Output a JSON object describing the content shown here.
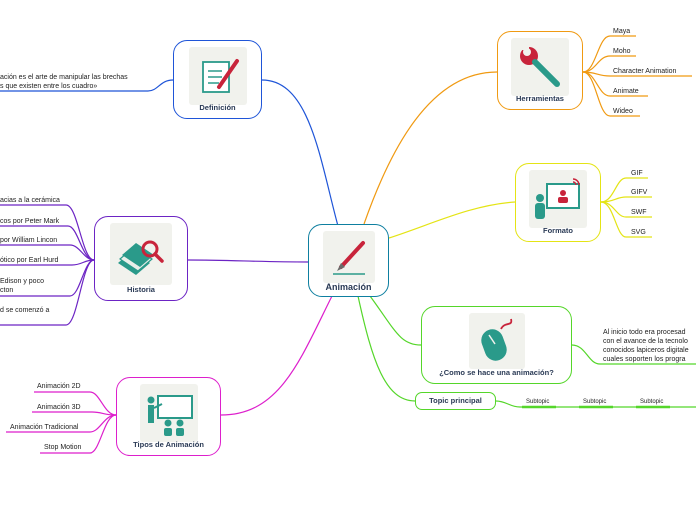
{
  "center": {
    "label": "Animación",
    "color": "#0e7fa0"
  },
  "branches": {
    "definicion": {
      "label": "Definición",
      "color": "#1f55d8",
      "items": [
        "ación es el arte de manipular las brechas",
        "s que existen entre los cuadro»"
      ]
    },
    "historia": {
      "label": "Historia",
      "color": "#6c24c4",
      "items": [
        "acias a la cerámica",
        "cos por Peter Mark",
        "por William Lincon",
        "ótico por Earl Hurd",
        "Edison y poco",
        "cton",
        "d se comenzó a"
      ]
    },
    "tipos": {
      "label": "Tipos de Animación",
      "color": "#dd1fcc",
      "items": [
        "Animación 2D",
        "Animación 3D",
        "Animación Tradicional",
        "Stop Motion"
      ]
    },
    "herramientas": {
      "label": "Herramientas",
      "color": "#f09a12",
      "items": [
        "Maya",
        "Moho",
        "Character Animation",
        "Animate",
        "Wideo"
      ]
    },
    "formato": {
      "label": "Formato",
      "color": "#e4e415",
      "items": [
        "GIF",
        "GIFV",
        "SWF",
        "SVG"
      ]
    },
    "como": {
      "label": "¿Como se hace una animación?",
      "color": "#55d62a",
      "items": [
        "Al inicio todo era procesad",
        "con el avance de la tecnolo",
        "conocidos lapiceros digitale",
        "cuales soporten los progra"
      ]
    },
    "topic": {
      "label": "Topic principal",
      "color": "#55d62a",
      "items": [
        "Subtopic",
        "Subtopic",
        "Subtopic"
      ]
    }
  },
  "icons": {
    "center": "pen-nib-icon",
    "definicion": "document-pen-icon",
    "historia": "books-magnifier-icon",
    "tipos": "teacher-board-icon",
    "herramientas": "wrench-icon",
    "formato": "video-call-icon",
    "como": "mouse-icon"
  }
}
